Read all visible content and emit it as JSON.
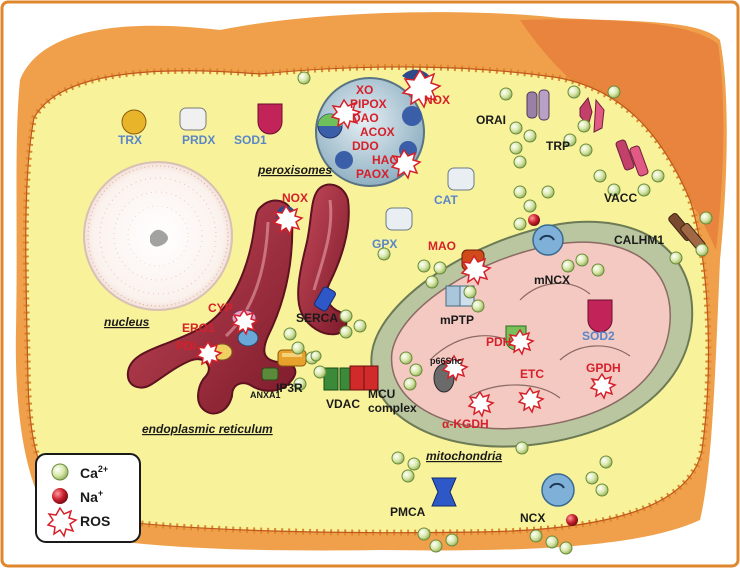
{
  "labels": {
    "trx": "TRX",
    "prdx": "PRDX",
    "sod1": "SOD1",
    "xo": "XO",
    "pipox": "PIPOX",
    "dao": "DAO",
    "acox": "ACOX",
    "ddo": "DDO",
    "hao": "HAO",
    "paox": "PAOX",
    "nox_perox": "NOX",
    "peroxisomes": "peroxisomes",
    "orai": "ORAI",
    "trp": "TRP",
    "vacc": "VACC",
    "calhm1": "CALHM1",
    "cat": "CAT",
    "gpx": "GPX",
    "mao": "MAO",
    "mncx": "mNCX",
    "nox_er": "NOX",
    "nucleus": "nucleus",
    "cyp": "CYP",
    "ero1": "ERO1",
    "pdi": "PDI",
    "serca": "SERCA",
    "ip3r": "IP3R",
    "anxa1": "ANXA1",
    "er": "endoplasmic reticulum",
    "mptp": "mPTP",
    "p66shc": "p66Shc",
    "pdh": "PDH",
    "sod2": "SOD2",
    "gpdh": "GPDH",
    "etc": "ETC",
    "akgdh": "α-KGDH",
    "vdac": "VDAC",
    "mcu": "MCU",
    "complex": "complex",
    "mitochondria": "mitochondria",
    "pmca": "PMCA",
    "ncx": "NCX"
  },
  "legend": {
    "ca": "Ca",
    "ca_sup": "2+",
    "na": "Na",
    "na_sup": "+",
    "ros": "ROS"
  },
  "colors": {
    "frame": "#e0872e",
    "membrane": "#f0a04a",
    "cytoplasm": "#f8f39a",
    "er": "#9b2335",
    "mito_outer": "#b9c6a0",
    "mito_inner": "#f3c9c2",
    "peroxisome": "#b6c9d4",
    "ca_ion": "#cfe29a",
    "na_ion": "#c81e2c",
    "text_red": "#d6202a",
    "text_blue": "#5a86c8"
  }
}
